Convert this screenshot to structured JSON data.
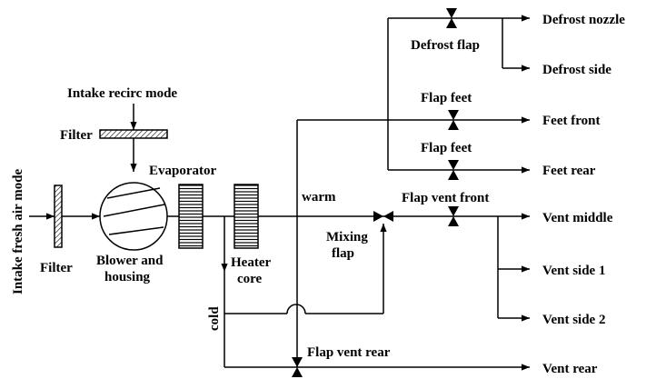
{
  "labels": {
    "intake_fresh": "Intake fresh air mode",
    "filter_left": "Filter",
    "intake_recirc": "Intake recirc mode",
    "filter_top": "Filter",
    "evaporator": "Evaporator",
    "blower_line1": "Blower and",
    "blower_line2": "housing",
    "heater_line1": "Heater",
    "heater_line2": "core",
    "warm": "warm",
    "cold": "cold",
    "mixing_line1": "Mixing",
    "mixing_line2": "flap",
    "flap_vent_front": "Flap vent front",
    "flap_vent_rear": "Flap vent rear",
    "defrost_flap": "Defrost flap",
    "flap_feet_1": "Flap feet",
    "flap_feet_2": "Flap feet",
    "out_defrost_nozzle": "Defrost nozzle",
    "out_defrost_side": "Defrost side",
    "out_feet_front": "Feet front",
    "out_feet_rear": "Feet rear",
    "out_vent_middle": "Vent middle",
    "out_vent_side1": "Vent side 1",
    "out_vent_side2": "Vent side 2",
    "out_vent_rear": "Vent rear"
  },
  "colors": {
    "stroke": "#000000",
    "background": "#ffffff"
  }
}
